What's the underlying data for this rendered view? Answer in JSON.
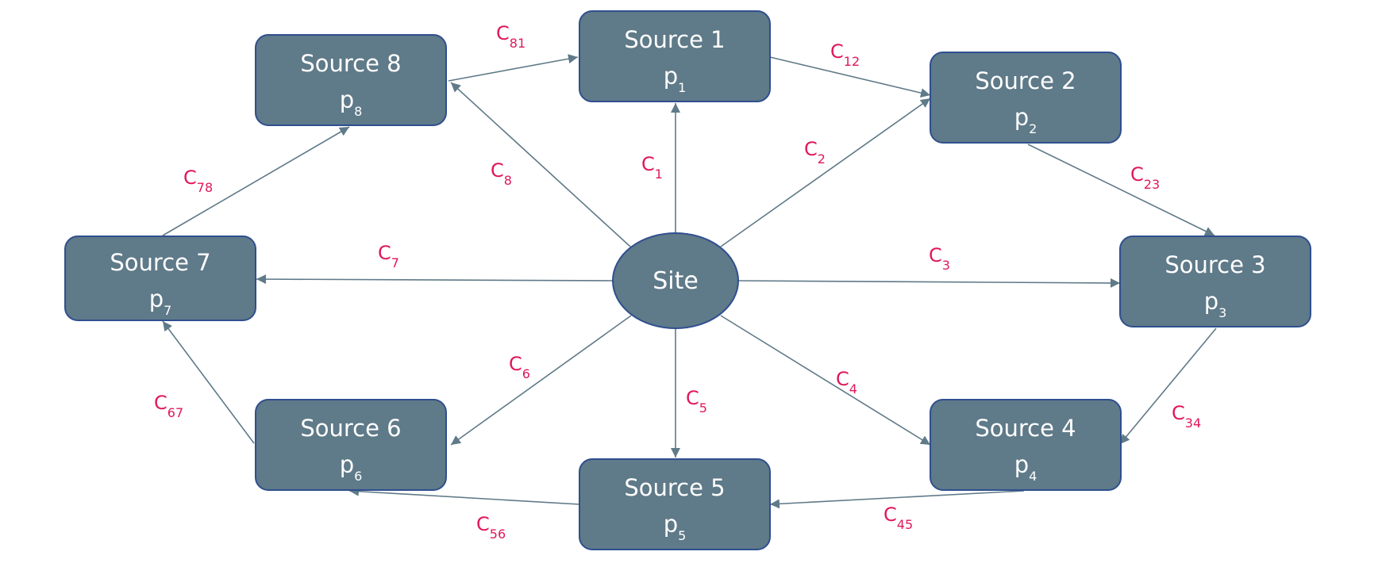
{
  "colors": {
    "node_fill": "#5f7a88",
    "node_stroke": "#2f4f8f",
    "edge": "#5f7a88",
    "label": "#e0185a"
  },
  "site": {
    "label": "Site"
  },
  "sources": [
    {
      "id": "s1",
      "name": "Source 1",
      "p_main": "p",
      "p_sub": "1"
    },
    {
      "id": "s2",
      "name": "Source 2",
      "p_main": "p",
      "p_sub": "2"
    },
    {
      "id": "s3",
      "name": "Source 3",
      "p_main": "p",
      "p_sub": "3"
    },
    {
      "id": "s4",
      "name": "Source 4",
      "p_main": "p",
      "p_sub": "4"
    },
    {
      "id": "s5",
      "name": "Source 5",
      "p_main": "p",
      "p_sub": "5"
    },
    {
      "id": "s6",
      "name": "Source 6",
      "p_main": "p",
      "p_sub": "6"
    },
    {
      "id": "s7",
      "name": "Source 7",
      "p_main": "p",
      "p_sub": "7"
    },
    {
      "id": "s8",
      "name": "Source 8",
      "p_main": "p",
      "p_sub": "8"
    }
  ],
  "site_edges": [
    {
      "to": "s1",
      "label_main": "C",
      "label_sub": "1"
    },
    {
      "to": "s2",
      "label_main": "C",
      "label_sub": "2"
    },
    {
      "to": "s3",
      "label_main": "C",
      "label_sub": "3"
    },
    {
      "to": "s4",
      "label_main": "C",
      "label_sub": "4"
    },
    {
      "to": "s5",
      "label_main": "C",
      "label_sub": "5"
    },
    {
      "to": "s6",
      "label_main": "C",
      "label_sub": "6"
    },
    {
      "to": "s7",
      "label_main": "C",
      "label_sub": "7"
    },
    {
      "to": "s8",
      "label_main": "C",
      "label_sub": "8"
    }
  ],
  "ring_edges": [
    {
      "from": "s1",
      "to": "s2",
      "label_main": "C",
      "label_sub": "12"
    },
    {
      "from": "s2",
      "to": "s3",
      "label_main": "C",
      "label_sub": "23"
    },
    {
      "from": "s3",
      "to": "s4",
      "label_main": "C",
      "label_sub": "34"
    },
    {
      "from": "s4",
      "to": "s5",
      "label_main": "C",
      "label_sub": "45"
    },
    {
      "from": "s5",
      "to": "s6",
      "label_main": "C",
      "label_sub": "56"
    },
    {
      "from": "s6",
      "to": "s7",
      "label_main": "C",
      "label_sub": "67"
    },
    {
      "from": "s7",
      "to": "s8",
      "label_main": "C",
      "label_sub": "78"
    },
    {
      "from": "s8",
      "to": "s1",
      "label_main": "C",
      "label_sub": "81"
    }
  ]
}
